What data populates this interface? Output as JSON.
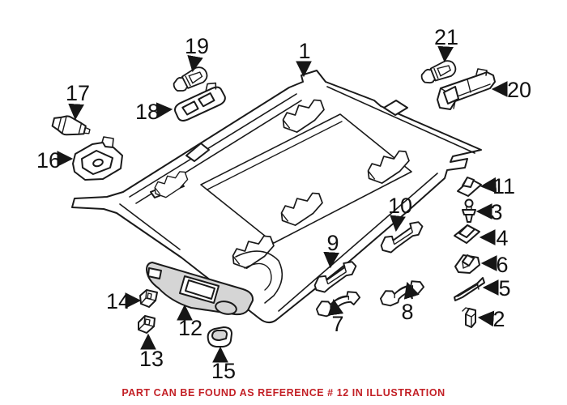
{
  "diagram": {
    "footer_note": "PART CAN BE FOUND AS REFERENCE # 12 IN ILLUSTRATION",
    "highlighted_reference": "12",
    "colors": {
      "background": "#ffffff",
      "line": "#1a1a1a",
      "highlight_fill": "#d5d5d5",
      "note_text": "#c32026"
    },
    "parts": [
      {
        "ref": "1"
      },
      {
        "ref": "2"
      },
      {
        "ref": "3"
      },
      {
        "ref": "4"
      },
      {
        "ref": "5"
      },
      {
        "ref": "6"
      },
      {
        "ref": "7"
      },
      {
        "ref": "8"
      },
      {
        "ref": "9"
      },
      {
        "ref": "10"
      },
      {
        "ref": "11"
      },
      {
        "ref": "12"
      },
      {
        "ref": "13"
      },
      {
        "ref": "14"
      },
      {
        "ref": "15"
      },
      {
        "ref": "16"
      },
      {
        "ref": "17"
      },
      {
        "ref": "18"
      },
      {
        "ref": "19"
      },
      {
        "ref": "20"
      },
      {
        "ref": "21"
      }
    ]
  }
}
